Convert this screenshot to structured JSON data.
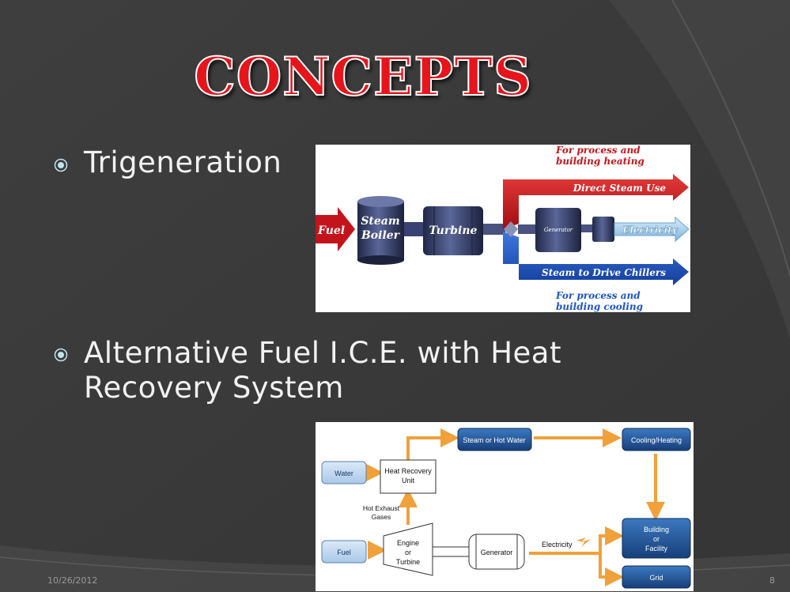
{
  "slide": {
    "title": "CONCEPTS",
    "bullets": [
      {
        "text": "Trigeneration"
      },
      {
        "text_line1": "Alternative Fuel I.C.E. with Heat",
        "text_line2": "Recovery System"
      }
    ],
    "footer": {
      "date": "10/26/2012",
      "page": "8"
    }
  },
  "trigeneration_diagram": {
    "fuel": "Fuel",
    "boiler_line1": "Steam",
    "boiler_line2": "Boiler",
    "turbine": "Turbine",
    "generator": "Generator",
    "heating_line1": "For process and",
    "heating_line2": "building heating",
    "direct_steam": "Direct Steam Use",
    "electricity": "Electricity",
    "chillers": "Steam to Drive Chillers",
    "cooling_line1": "For process and",
    "cooling_line2": "building cooling"
  },
  "ice_diagram": {
    "steam": "Steam or Hot Water",
    "cooling": "Cooling/Heating",
    "water": "Water",
    "hru_line1": "Heat Recovery",
    "hru_line2": "Unit",
    "exhaust_line1": "Hot Exhaust",
    "exhaust_line2": "Gases",
    "building_line1": "Building",
    "building_line2": "or",
    "building_line3": "Facility",
    "fuel": "Fuel",
    "engine_line1": "Engine",
    "engine_line2": "or",
    "engine_line3": "Turbine",
    "generator": "Generator",
    "electricity": "Electricity",
    "grid": "Grid"
  },
  "colors": {
    "title": "#e8141b",
    "steam_red": "#c8141b",
    "chill_blue": "#1d55c6",
    "flow_orange": "#f0a13a",
    "box_navy": "#1b4f8f"
  }
}
